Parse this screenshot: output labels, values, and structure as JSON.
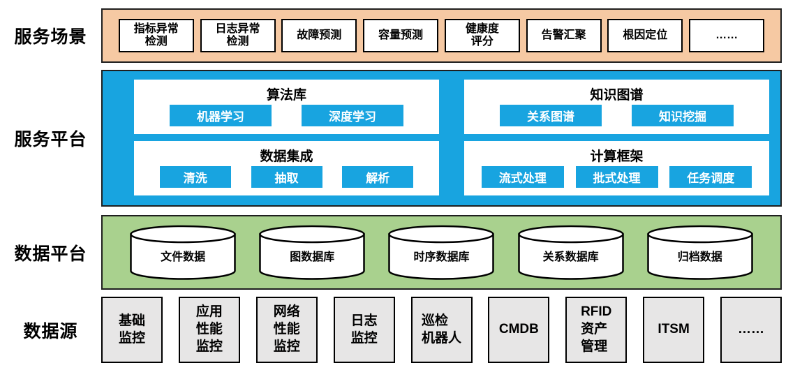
{
  "layers": {
    "scenarios": {
      "label": "服务场景",
      "items": [
        "指标异常\n检测",
        "日志异常\n检测",
        "故障预测",
        "容量预测",
        "健康度\n评分",
        "告警汇聚",
        "根因定位",
        "……"
      ]
    },
    "platform": {
      "label": "服务平台",
      "groups": [
        {
          "title": "算法库",
          "buttons": [
            "机器学习",
            "深度学习"
          ]
        },
        {
          "title": "知识图谱",
          "buttons": [
            "关系图谱",
            "知识挖掘"
          ]
        },
        {
          "title": "数据集成",
          "buttons": [
            "清洗",
            "抽取",
            "解析"
          ]
        },
        {
          "title": "计算框架",
          "buttons": [
            "流式处理",
            "批式处理",
            "任务调度"
          ]
        }
      ]
    },
    "data_platform": {
      "label": "数据平台",
      "databases": [
        "文件数据",
        "图数据库",
        "时序数据库",
        "关系数据库",
        "归档数据"
      ]
    },
    "sources": {
      "label": "数据源",
      "items": [
        "基础\n监控",
        "应用\n性能\n监控",
        "网络\n性能\n监控",
        "日志\n监控",
        "巡检\n机器人",
        "CMDB",
        "RFID\n资产\n管理",
        "ITSM",
        "……"
      ]
    }
  },
  "colors": {
    "scenario_band_bg": "#F6C9A3",
    "platform_band_bg": "#18A4E0",
    "chip_bg": "#18A4E0",
    "chip_text": "#FFFFFF",
    "data_band_bg": "#A9D18E",
    "source_box_bg": "#E7E6E6",
    "box_border": "#000000"
  }
}
